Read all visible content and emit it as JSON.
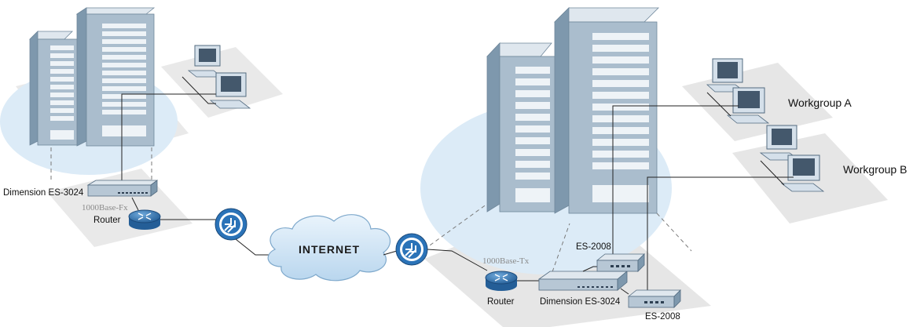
{
  "labels": {
    "left_switch": "Dimension ES-3024",
    "left_link": "1000Base-Fx",
    "left_router": "Router",
    "internet": "INTERNET",
    "right_link": "1000Base-Tx",
    "right_router": "Router",
    "right_switch": "Dimension ES-3024",
    "es2008_top": "ES-2008",
    "es2008_bottom": "ES-2008",
    "workgroup_a": "Workgroup A",
    "workgroup_b": "Workgroup B"
  },
  "colors": {
    "ellipse": "#dcebf7",
    "shadow": "#e6e6e6",
    "server_front": "#aabdcd",
    "server_side": "#7e98ad",
    "drive": "#eef3f7",
    "device": "#b7c7d5",
    "router_body": "#3d7fb8",
    "cloud": "#c8dff2",
    "line": "#222222"
  }
}
